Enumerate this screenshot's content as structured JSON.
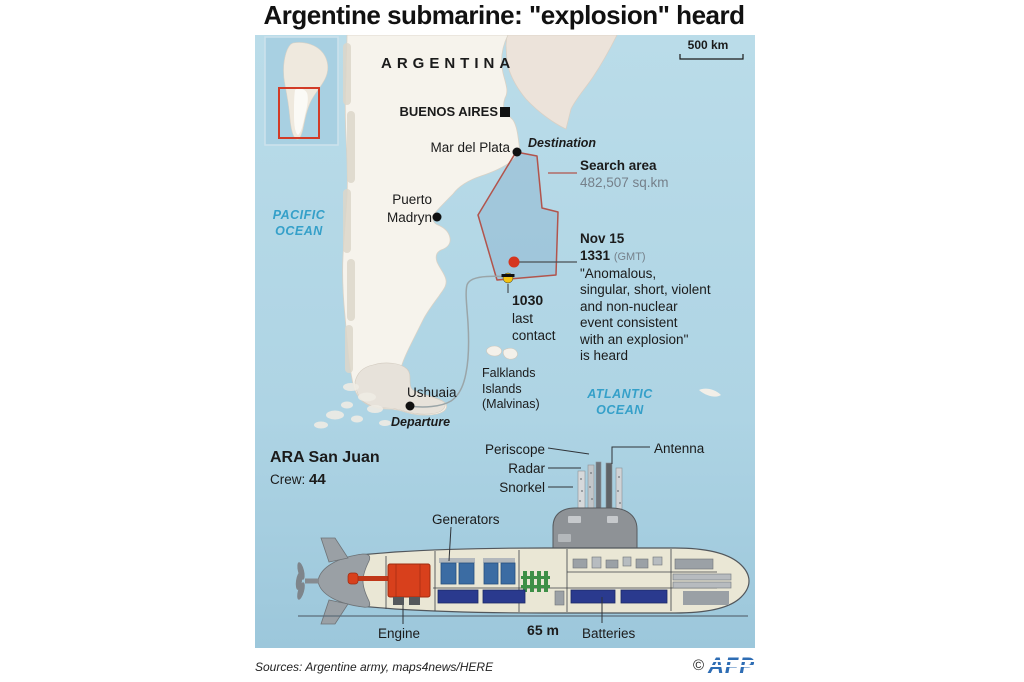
{
  "title": "Argentine submarine: \"explosion\" heard",
  "map": {
    "scale": "500 km",
    "labels": {
      "country": "ARGENTINA",
      "capital": "BUENOS AIRES",
      "mar_del_plata": "Mar del Plata",
      "destination": "Destination",
      "pacific_ocean": "PACIFIC\nOCEAN",
      "atlantic_ocean": "ATLANTIC\nOCEAN",
      "puerto_madryn": "Puerto\nMadryn",
      "ushuaia": "Ushuaia",
      "departure": "Departure",
      "falklands": "Falklands\nIslands\n(Malvinas)"
    },
    "search_area": {
      "title": "Search area",
      "value": "482,507 sq.km"
    },
    "explosion_event": {
      "date": "Nov 15",
      "time": "1331",
      "tz": "(GMT)",
      "quote": "\"Anomalous,\nsingular, short, violent\nand non-nuclear\nevent consistent\nwith an explosion\"\nis heard"
    },
    "last_contact": {
      "time": "1030",
      "label": "last\ncontact"
    }
  },
  "submarine": {
    "name": "ARA San Juan",
    "crew_label": "Crew:",
    "crew_value": "44",
    "length": "65 m",
    "parts": {
      "periscope": "Periscope",
      "radar": "Radar",
      "snorkel": "Snorkel",
      "antenna": "Antenna",
      "generators": "Generators",
      "engine": "Engine",
      "batteries": "Batteries"
    }
  },
  "footer": {
    "sources": "Sources: Argentine army, maps4news/HERE",
    "copyright": "©",
    "logo": "AFP"
  },
  "colors": {
    "sea": "#b9dce9",
    "land": "#f6f3ec",
    "land_south": "#e7e2da",
    "land_neighbor": "#ece3da",
    "search_area_stroke": "#b2544c",
    "route_line": "#9aa5a8",
    "ocean_label_blue": "#35a0c9",
    "event_marker_red": "#d5351f",
    "sub_marker_yellow": "#f3c313",
    "afp_blue": "#2e6db4",
    "hull_cream": "#eae7d5",
    "engine_red": "#d8401c",
    "generator_blue": "#3b6ca3",
    "battery_navy": "#2a3a8e",
    "rack_green": "#3e8f47"
  }
}
